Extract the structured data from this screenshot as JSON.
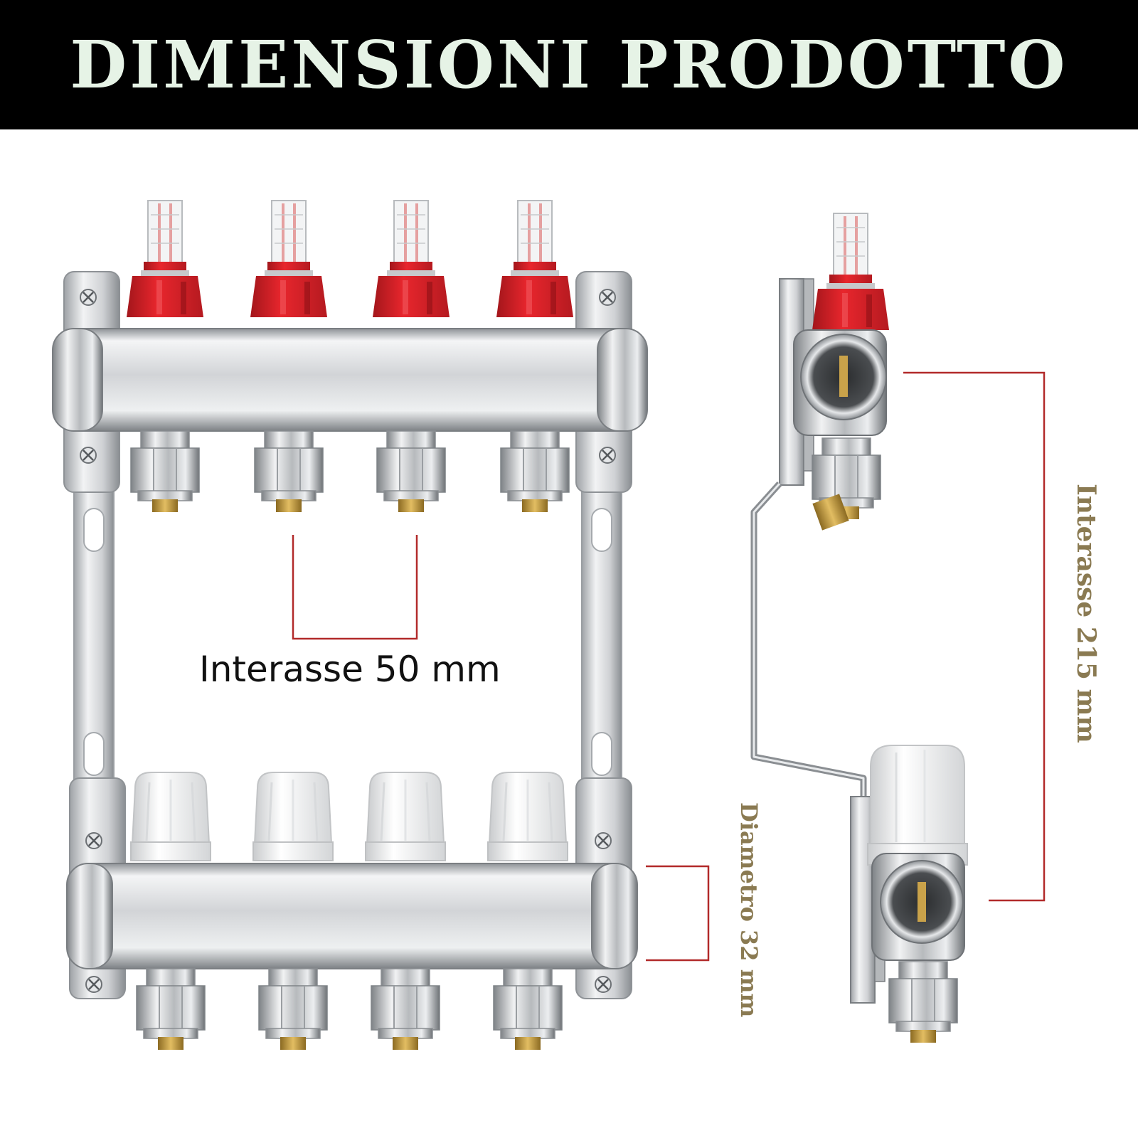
{
  "header": {
    "title": "DIMENSIONI PRODOTTO"
  },
  "labels": {
    "interasse_50": "Interasse 50 mm",
    "interasse_215": "Interasse 215 mm",
    "diametro_32": "Diametro 32 mm"
  },
  "colors": {
    "header_bg": "#000000",
    "header_text": "#e6f3e6",
    "dimension_line": "#b22a2a",
    "side_label_text": "#8a7a52",
    "flowmeter_red": "#d42027",
    "steel": "#c9cbce",
    "brass": "#c9a24a"
  }
}
